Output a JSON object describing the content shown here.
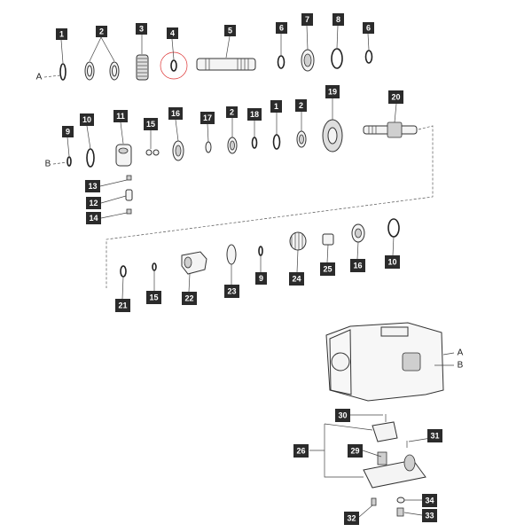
{
  "labels": [
    "1",
    "2",
    "3",
    "4",
    "5",
    "6",
    "7",
    "8",
    "6",
    "9",
    "10",
    "11",
    "15",
    "16",
    "17",
    "2",
    "18",
    "1",
    "2",
    "19",
    "20",
    "13",
    "12",
    "14",
    "21",
    "15",
    "22",
    "23",
    "9",
    "24",
    "25",
    "16",
    "10",
    "30",
    "31",
    "26",
    "29",
    "34",
    "32",
    "33"
  ],
  "side_markers": [
    "A",
    "B",
    "A",
    "B"
  ]
}
